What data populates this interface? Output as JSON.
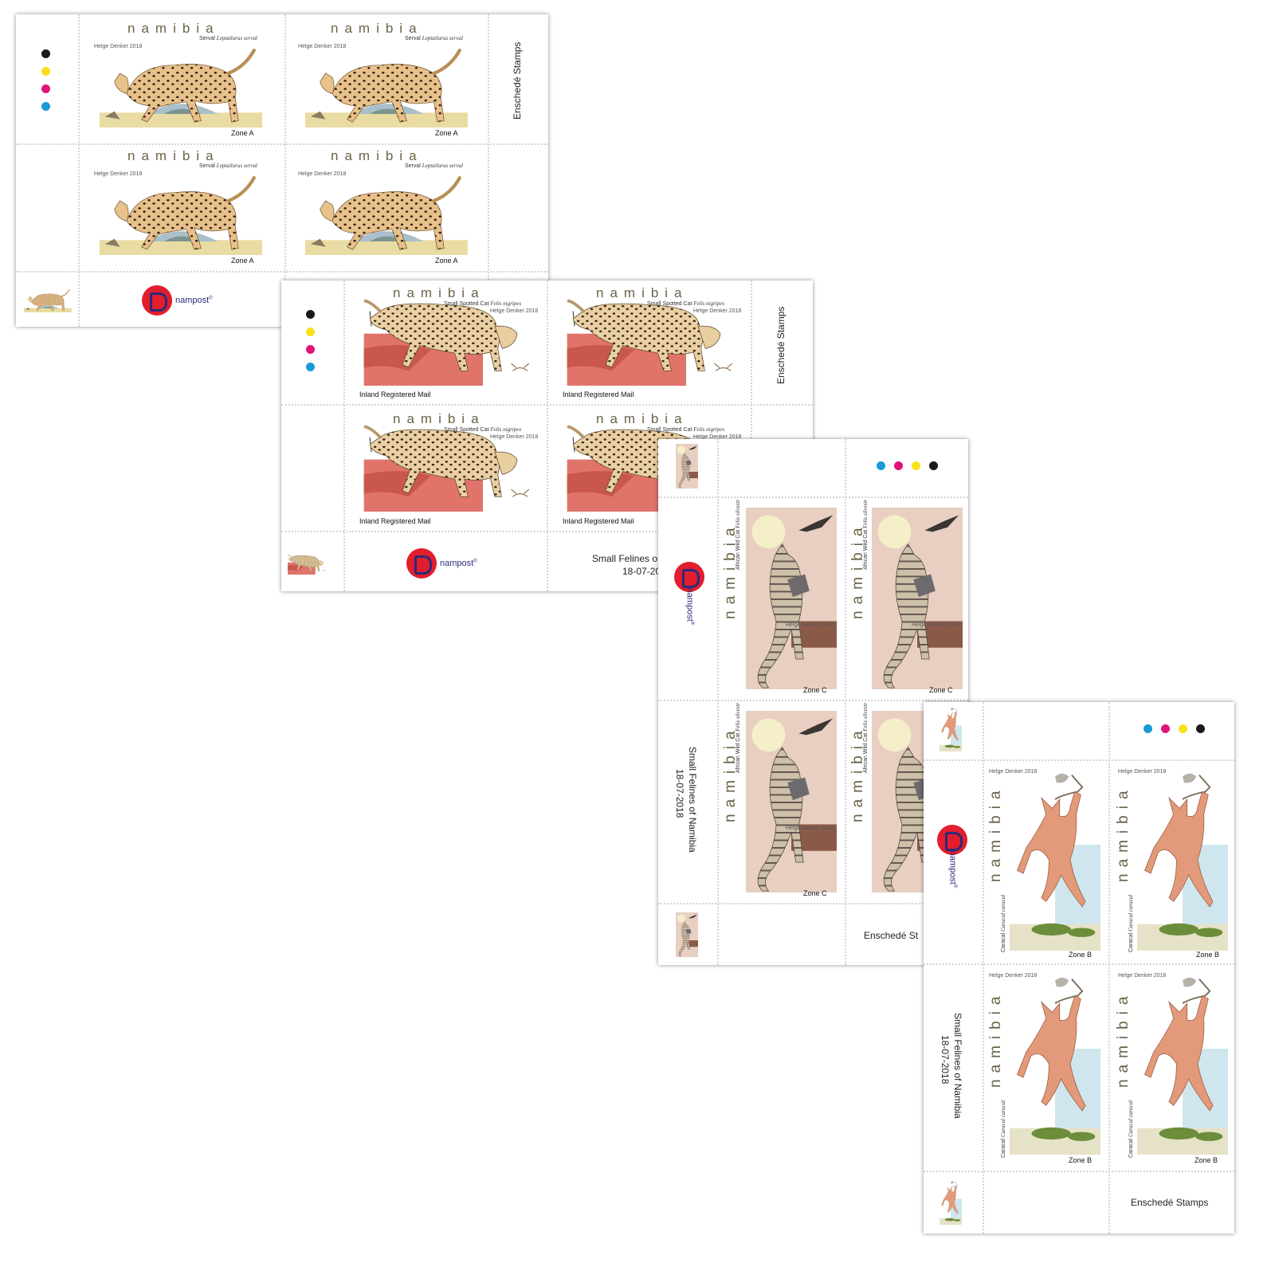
{
  "country": "namibia",
  "designer": "Helge Denker 2018",
  "brand": "nampost",
  "printer_text": "Enschedé Stamps",
  "issue_title": "Small Felines of Namibia",
  "issue_date": "18-07-2018",
  "title_partial": "Small Felines o",
  "date_partial": "18-07-20",
  "printer_partial": "Enschedé St",
  "sheets": [
    {
      "id": "serval",
      "species_common": "Serval",
      "species_latin": "Leptailurus serval",
      "value_label": "Zone A",
      "colors": [
        "#1a1a1a",
        "#f7e21b",
        "#e0157a",
        "#1a9ad6"
      ]
    },
    {
      "id": "small-spotted-cat",
      "species_common": "Small Spotted Cat",
      "species_latin": "Felis nigripes",
      "value_label": "Inland Registered Mail",
      "colors": [
        "#1a1a1a",
        "#f7e21b",
        "#e0157a",
        "#1a9ad6"
      ]
    },
    {
      "id": "african-wild-cat",
      "species_common": "African Wild Cat",
      "species_latin": "Felis silvestris lybica",
      "value_label": "Zone C",
      "colors": [
        "#1a9ad6",
        "#e0157a",
        "#f7e21b",
        "#1a1a1a"
      ]
    },
    {
      "id": "caracal",
      "species_common": "Caracal",
      "species_latin": "Caracal caracal",
      "value_label": "Zone B",
      "colors": [
        "#1a9ad6",
        "#e0157a",
        "#f7e21b",
        "#1a1a1a"
      ]
    }
  ]
}
